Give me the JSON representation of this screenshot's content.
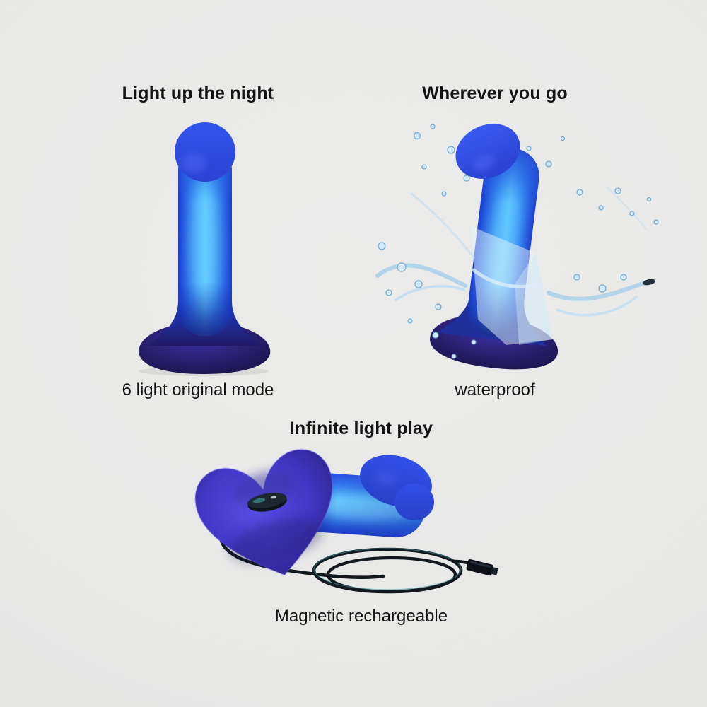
{
  "page": {
    "background": "#e7e7e6",
    "background_light": "#ebebea",
    "background_dark": "#e1e1e0",
    "description": "Three-panel product feature collage of a glow-in-the-dark blue suction-base toy"
  },
  "colors": {
    "text": "#141414",
    "royal_blue": "#2e4ee2",
    "glow_cyan": "#49bdff",
    "deep_blue": "#1c3fd2",
    "base_navy": "#201a60",
    "heart_purple": "#4338c6",
    "water_blue": "#bcdcf2",
    "water_edge": "#6fa8cc",
    "cable_dark": "#12181d",
    "cable_teal": "#3d949c"
  },
  "features": [
    {
      "title": "Light up the night",
      "caption": "6 light original mode",
      "image": "glowing blue product standing upright on dark suction base"
    },
    {
      "title": "Wherever you go",
      "caption": "waterproof",
      "image": "glowing blue product splashed by water with scattered droplets"
    },
    {
      "title": "Infinite light play",
      "caption": "Magnetic rechargeable",
      "image": "product lying on heart-shaped base with magnetic USB charging cable attached"
    }
  ]
}
